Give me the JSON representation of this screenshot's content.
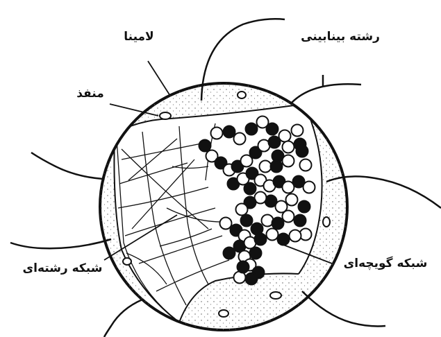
{
  "figure": {
    "labels": {
      "lamina": "لامینا",
      "intermediate_filament": "رشته بینابینی",
      "pore": "منفذ",
      "fibrous_network": "شبکه رشته‌ای",
      "globular_network": "شبکه گویچه‌ای"
    }
  },
  "colors": {
    "ink": "#111111",
    "background": "#ffffff",
    "membrane_fill": "#f4f4f4"
  }
}
